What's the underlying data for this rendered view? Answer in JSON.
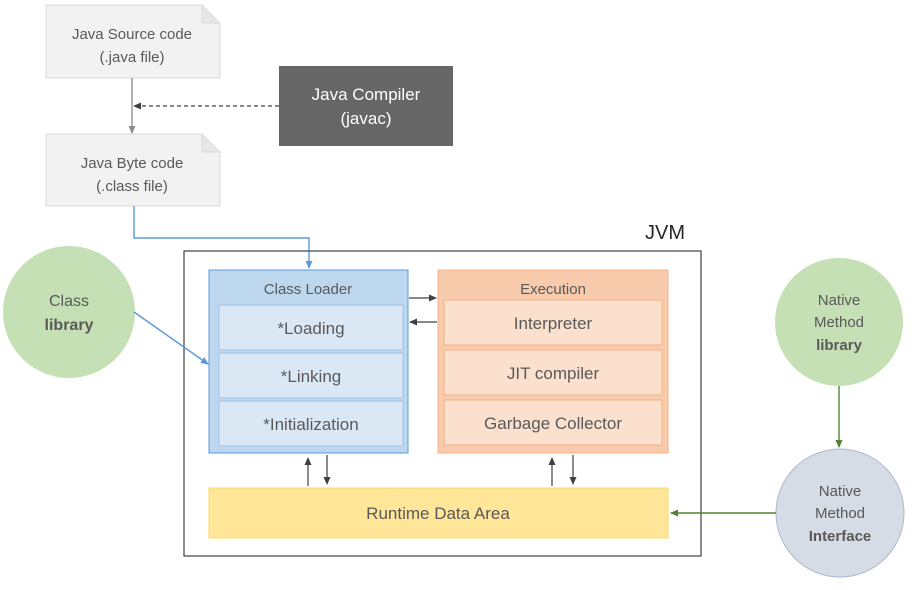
{
  "source_code": {
    "line1": "Java Source code",
    "line2": "(.java file)"
  },
  "compiler": {
    "line1": "Java Compiler",
    "line2": "(javac)"
  },
  "byte_code": {
    "line1": "Java Byte code",
    "line2": "(.class file)"
  },
  "jvm": {
    "label": "JVM"
  },
  "class_library": {
    "line1": "Class",
    "line2": "library"
  },
  "class_loader": {
    "title": "Class Loader",
    "items": [
      "*Loading",
      "*Linking",
      "*Initialization"
    ]
  },
  "execution": {
    "title": "Execution",
    "items": [
      "Interpreter",
      "JIT compiler",
      "Garbage Collector"
    ]
  },
  "runtime_data_area": {
    "label": "Runtime Data Area"
  },
  "native_method_library": {
    "line1": "Native",
    "line2": "Method",
    "line3": "library"
  },
  "native_method_interface": {
    "line1": "Native",
    "line2": "Method",
    "line3": "Interface"
  },
  "colors": {
    "doc_fill": "#f2f2f2",
    "doc_stroke": "#d9d9d9",
    "compiler_fill": "#666666",
    "class_loader_fill": "#bdd7ee",
    "class_loader_stroke": "#5b9bd5",
    "execution_fill": "#f8cbad",
    "execution_stroke": "#f4b183",
    "runtime_fill": "#ffe699",
    "green_circle": "#c5e0b4",
    "grey_circle": "#d6dce5",
    "blue_arrow": "#5b9bd5",
    "green_arrow": "#548235"
  }
}
